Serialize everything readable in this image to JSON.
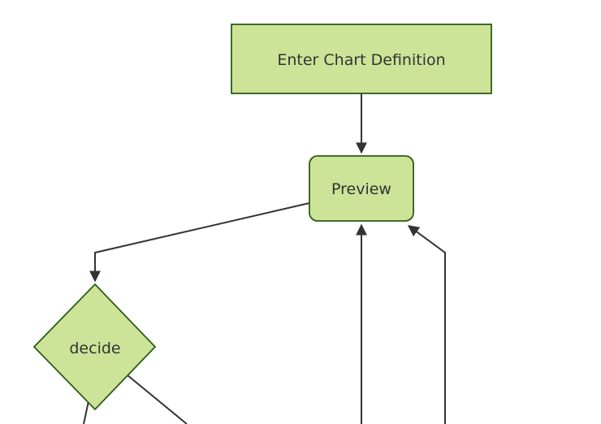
{
  "diagram": {
    "type": "flowchart",
    "orientation": "top-down",
    "background_color": "#ffffff",
    "colors": {
      "node_fill": "#cde498",
      "node_border": "#2d5c16",
      "edge_line": "#333333",
      "text": "#333333"
    },
    "nodes": [
      {
        "id": "enter-chart-definition",
        "label": "Enter Chart Definition",
        "shape": "rectangle"
      },
      {
        "id": "preview",
        "label": "Preview",
        "shape": "rounded-rectangle"
      },
      {
        "id": "decide",
        "label": "decide",
        "shape": "diamond"
      }
    ],
    "edges": [
      {
        "from": "enter-chart-definition",
        "to": "preview",
        "arrowhead": true,
        "visibility": "full"
      },
      {
        "from": "preview",
        "to": "decide",
        "arrowhead": true,
        "visibility": "full"
      },
      {
        "from": "decide",
        "to": "offscreen-bottom-left",
        "arrowhead": false,
        "visibility": "partial"
      },
      {
        "from": "decide",
        "to": "offscreen-bottom-right",
        "arrowhead": false,
        "visibility": "partial"
      },
      {
        "from": "offscreen-bottom",
        "to": "preview",
        "arrowhead": true,
        "visibility": "partial"
      },
      {
        "from": "offscreen-bottom",
        "to": "preview",
        "arrowhead": true,
        "visibility": "partial"
      }
    ]
  }
}
